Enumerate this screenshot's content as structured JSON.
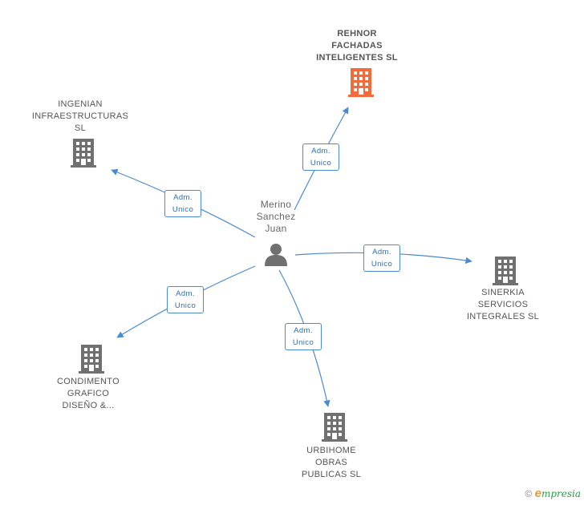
{
  "center": {
    "label": "Merino\nSanchez\nJuan",
    "icon": "person-icon"
  },
  "nodes": [
    {
      "id": "rehnor",
      "label": "REHNOR\nFACHADAS\nINTELIGENTES SL",
      "icon": "building-icon",
      "highlight": true,
      "color": "#f26b3a"
    },
    {
      "id": "ingenian",
      "label": "INGENIAN\nINFRAESTRUCTURAS\nSL",
      "icon": "building-icon",
      "highlight": false,
      "color": "#707070"
    },
    {
      "id": "sinerkia",
      "label": "SINERKIA\nSERVICIOS\nINTEGRALES SL",
      "icon": "building-icon",
      "highlight": false,
      "color": "#707070"
    },
    {
      "id": "condimento",
      "label": "CONDIMENTO\nGRAFICO\nDISEÑO &...",
      "icon": "building-icon",
      "highlight": false,
      "color": "#707070"
    },
    {
      "id": "urbihome",
      "label": "URBIHOME\nOBRAS\nPUBLICAS SL",
      "icon": "building-icon",
      "highlight": false,
      "color": "#707070"
    }
  ],
  "edges": [
    {
      "to": "rehnor",
      "label": "Adm.\nUnico"
    },
    {
      "to": "ingenian",
      "label": "Adm.\nUnico"
    },
    {
      "to": "sinerkia",
      "label": "Adm.\nUnico"
    },
    {
      "to": "condimento",
      "label": "Adm.\nUnico"
    },
    {
      "to": "urbihome",
      "label": "Adm.\nUnico"
    }
  ],
  "colors": {
    "edge": "#4a8ad4",
    "building": "#707070",
    "highlight": "#f26b3a",
    "person": "#707070"
  },
  "footer": {
    "copyright": "©",
    "brand_initial": "e",
    "brand_rest": "mpresia"
  }
}
